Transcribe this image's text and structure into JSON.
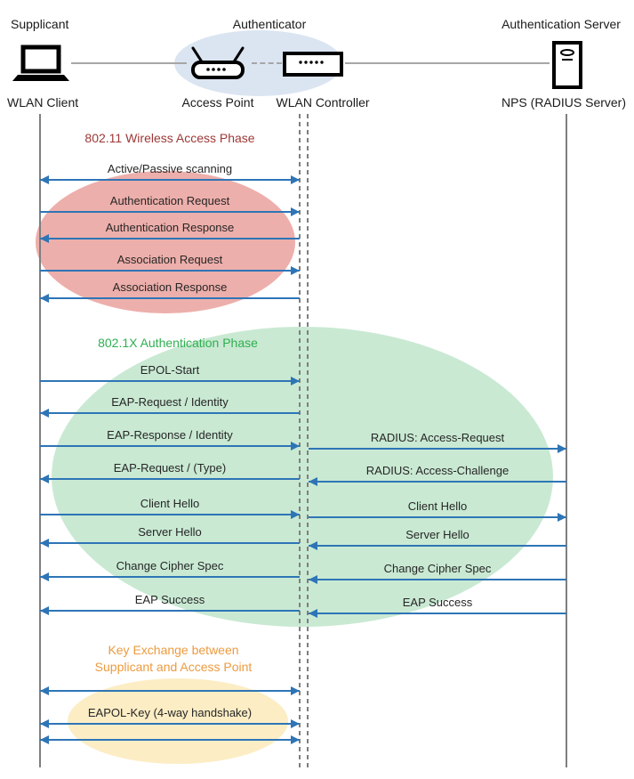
{
  "diagram": {
    "roles": {
      "supplicant": "Supplicant",
      "authenticator": "Authenticator",
      "authentication_server": "Authentication Server"
    },
    "devices": {
      "wlan_client": "WLAN Client",
      "access_point": "Access Point",
      "wlan_controller": "WLAN Controller",
      "radius_server": "NPS (RADIUS Server)"
    },
    "phases": {
      "wireless_access": {
        "title": "802.11 Wireless Access Phase",
        "title_color": "#9c3836",
        "ellipse_fill": "#edafab"
      },
      "authentication": {
        "title": "802.1X Authentication Phase",
        "title_color": "#2eb050",
        "ellipse_fill": "#c9e9d3"
      },
      "key_exchange": {
        "title_line1": "Key Exchange between",
        "title_line2": "Supplicant and Access Point",
        "title_color": "#ec9b3f",
        "ellipse_fill": "#fcedc5"
      }
    },
    "colors": {
      "arrow": "#2e75b6",
      "lifeline": "#7f7f7f",
      "authenticator_ellipse": "#dbe5f2"
    },
    "messages_left": [
      {
        "label": "Active/Passive scanning",
        "direction": "both"
      },
      {
        "label": "Authentication Request",
        "direction": "right"
      },
      {
        "label": "Authentication Response",
        "direction": "left"
      },
      {
        "label": "Association Request",
        "direction": "right"
      },
      {
        "label": "Association Response",
        "direction": "left"
      },
      {
        "label": "EPOL-Start",
        "direction": "right"
      },
      {
        "label": "EAP-Request / Identity",
        "direction": "left"
      },
      {
        "label": "EAP-Response / Identity",
        "direction": "right"
      },
      {
        "label": "EAP-Request / (Type)",
        "direction": "left"
      },
      {
        "label": "Client Hello",
        "direction": "right"
      },
      {
        "label": "Server Hello",
        "direction": "left"
      },
      {
        "label": "Change Cipher Spec",
        "direction": "left"
      },
      {
        "label": "EAP Success",
        "direction": "left"
      },
      {
        "label": "",
        "direction": "both"
      },
      {
        "label": "EAPOL-Key (4-way handshake)",
        "direction": "both"
      },
      {
        "label": "",
        "direction": "both"
      }
    ],
    "messages_right": [
      {
        "label": "RADIUS: Access-Request",
        "direction": "right"
      },
      {
        "label": "RADIUS: Access-Challenge",
        "direction": "left"
      },
      {
        "label": "Client Hello",
        "direction": "right"
      },
      {
        "label": "Server Hello",
        "direction": "left"
      },
      {
        "label": "Change Cipher Spec",
        "direction": "left"
      },
      {
        "label": "EAP Success",
        "direction": "left"
      }
    ]
  }
}
